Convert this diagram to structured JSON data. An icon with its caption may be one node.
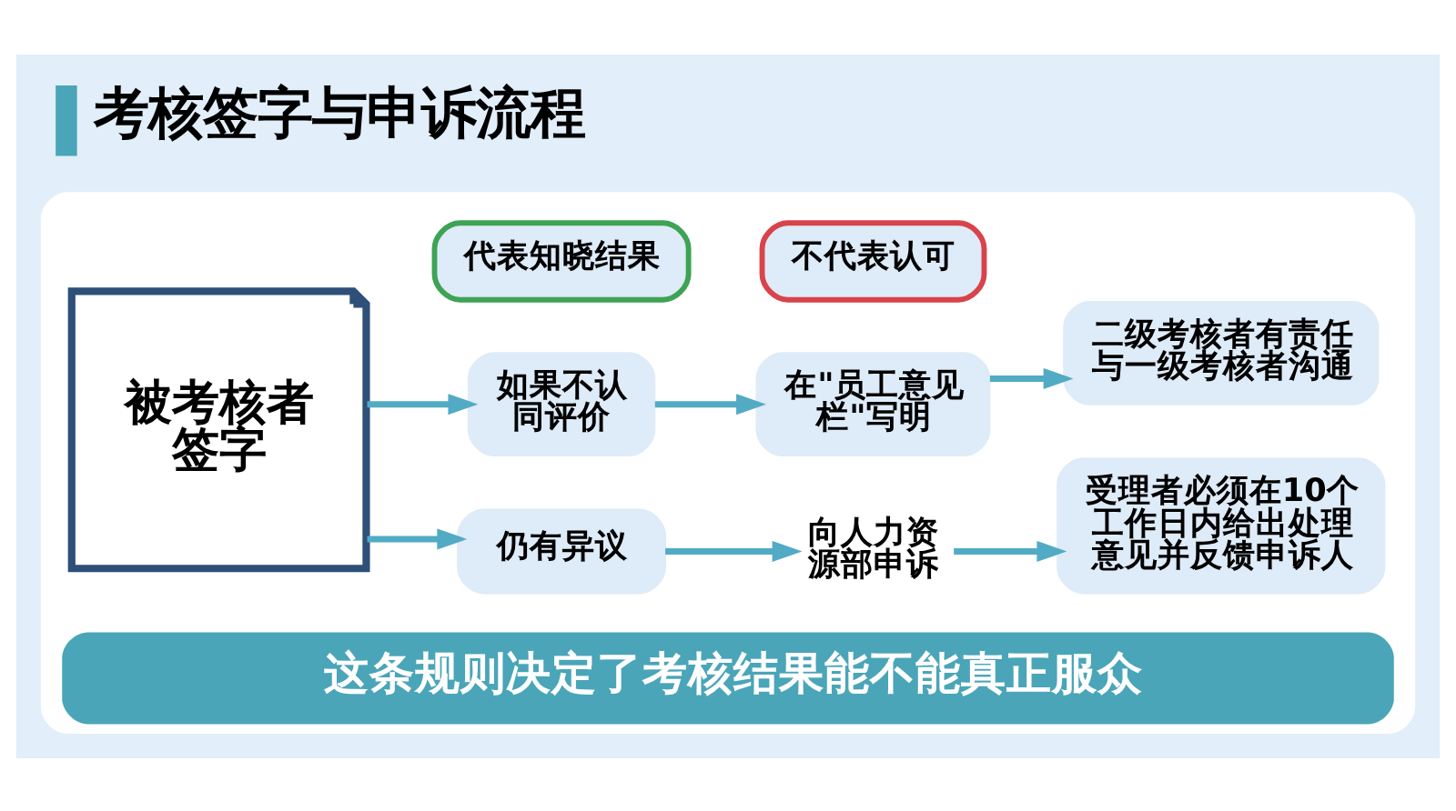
{
  "diagram": {
    "title": "考核签字与申诉流程",
    "caption": "这条规则决定了考核结果能不能真正服众",
    "nodes": [
      {
        "text": [],
        "shape": "box"
      },
      {
        "text": [
          "被考核者签字"
        ],
        "in": 0
      },
      {
        "text": [
          "代表知晓结果"
        ],
        "in": 0
      },
      {
        "text": [
          "不代表认可"
        ],
        "in": 0
      },
      {
        "text": [
          "如果不认同评价"
        ],
        "in": 0
      },
      {
        "text": [
          "在\"员工意见栏\"写明"
        ],
        "in": 0
      },
      {
        "text": [
          "二级考核者有责任与一级考核者沟通"
        ],
        "in": 0
      },
      {
        "text": [
          "仍有异议"
        ],
        "in": 0
      },
      {
        "text": [
          "向人力资源部申诉"
        ],
        "in": 0
      },
      {
        "text": [
          "受理者必须在10个工作日内给出处理意见并反馈申诉人"
        ],
        "in": 0
      }
    ],
    "edges": [
      {
        "from": 1,
        "to": 4,
        "arrow": "to"
      },
      {
        "from": 1,
        "to": 7,
        "arrow": "to"
      },
      {
        "from": 4,
        "to": 5,
        "arrow": "to"
      },
      {
        "from": 5,
        "to": 6,
        "arrow": "to"
      },
      {
        "from": 7,
        "to": 8,
        "arrow": "to"
      },
      {
        "from": 8,
        "to": 9,
        "arrow": "to"
      }
    ]
  }
}
